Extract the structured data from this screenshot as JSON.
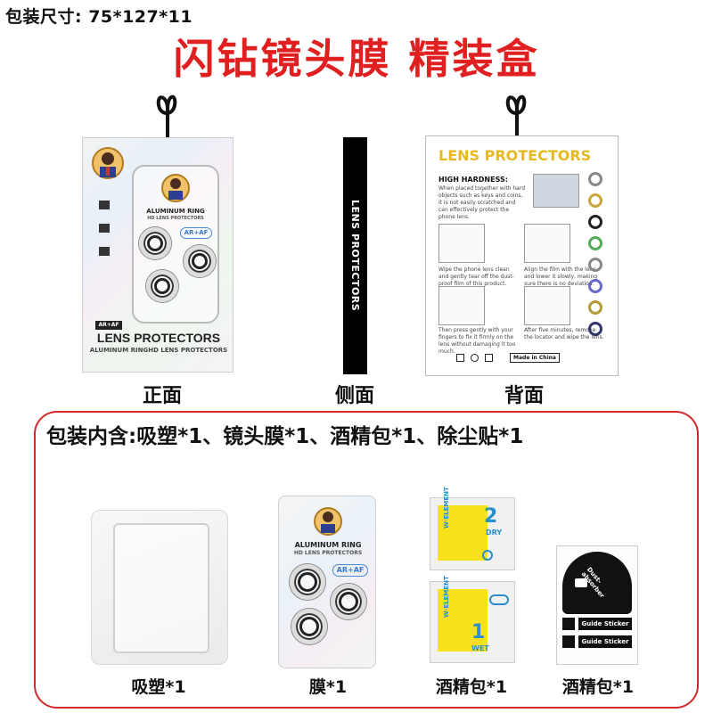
{
  "header": {
    "size_line": "包装尺寸: 75*127*11",
    "title": "闪钻镜头膜 精装盒"
  },
  "views": {
    "front_label": "正面",
    "side_label": "侧面",
    "back_label": "背面"
  },
  "front_box": {
    "ring_brand": "ALUMINUM RING",
    "ring_sub": "HD LENS PROTECTORS",
    "badge": "AR+AF",
    "badge_small": "AR+AF",
    "product_name": "LENS PROTECTORS",
    "product_sub": "ALUMINUM RINGHD LENS PROTECTORS"
  },
  "side_box": {
    "text": "LENS PROTECTORS"
  },
  "back_box": {
    "title": "LENS PROTECTORS",
    "hardness_title": "HIGH HARDNESS:",
    "hardness_text": "When placed together with hard objects such as keys and coins, it is not easily scratched and can effectively protect the phone lens.",
    "step1": "Wipe the phone lens clean and gently tear off the dust-proof film of this product.",
    "step2": "Align the film with the lens and lower it slowly, making sure there is no deviation.",
    "step3": "Then press gently with your fingers to fix it firmly on the lens without damaging it too much.",
    "step4": "After five minutes, remove the locator and wipe the lens.",
    "made_in": "Made in China"
  },
  "contents": {
    "title": "包装内含:吸塑*1、镜头膜*1、酒精包*1、除尘贴*1",
    "items": [
      {
        "label": "吸塑*1"
      },
      {
        "label": "膜*1"
      },
      {
        "label": "酒精包*1"
      },
      {
        "label": "酒精包*1"
      }
    ],
    "film_brand": "ALUMINUM RING",
    "film_sub": "HD LENS PROTECTORS",
    "film_badge": "AR+AF",
    "wipe_wet_brand": "W·ELEMENT",
    "wipe_wet_num": "1",
    "wipe_wet_word": "WET",
    "wipe_dry_brand": "W·ELEMENT",
    "wipe_dry_num": "2",
    "wipe_dry_word": "DRY",
    "dust_label": "Dust-absorber",
    "guide_label_1": "Guide Sticker",
    "guide_label_2": "Guide Sticker"
  }
}
